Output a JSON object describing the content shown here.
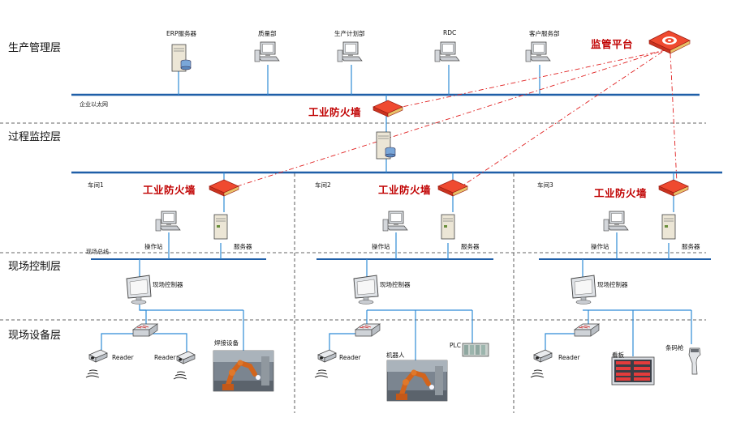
{
  "layers": {
    "management": "生产管理层",
    "process": "过程监控层",
    "field_control": "现场控制层",
    "field_device": "现场设备层"
  },
  "top": {
    "erp": "ERP服务器",
    "quality": "质量部",
    "planning": "生产计划部",
    "rdc": "RDC",
    "customer_service": "客户服务部",
    "monitor_platform": "监管平台",
    "enterprise_ethernet": "企业以太网",
    "firewall": "工业防火墙"
  },
  "workshops": [
    {
      "name": "车间1",
      "firewall": "工业防火墙",
      "operator_station": "操作站",
      "server": "服务器",
      "fieldbus": "现场总线",
      "controller": "现场控制器",
      "devices": [
        "Reader",
        "Reader",
        "焊接设备"
      ]
    },
    {
      "name": "车间2",
      "firewall": "工业防火墙",
      "operator_station": "操作站",
      "server": "服务器",
      "controller": "现场控制器",
      "devices": [
        "Reader",
        "机器人",
        "PLC"
      ]
    },
    {
      "name": "车间3",
      "firewall": "工业防火墙",
      "operator_station": "操作站",
      "server": "服务器",
      "controller": "现场控制器",
      "devices": [
        "Reader",
        "看板",
        "条码枪"
      ]
    }
  ],
  "colors": {
    "network_line": "#1f5fa8",
    "link_line": "#2e8bd6",
    "monitor_link": "#e02020",
    "firewall": "#e53a2a",
    "label_red": "#c00000"
  }
}
